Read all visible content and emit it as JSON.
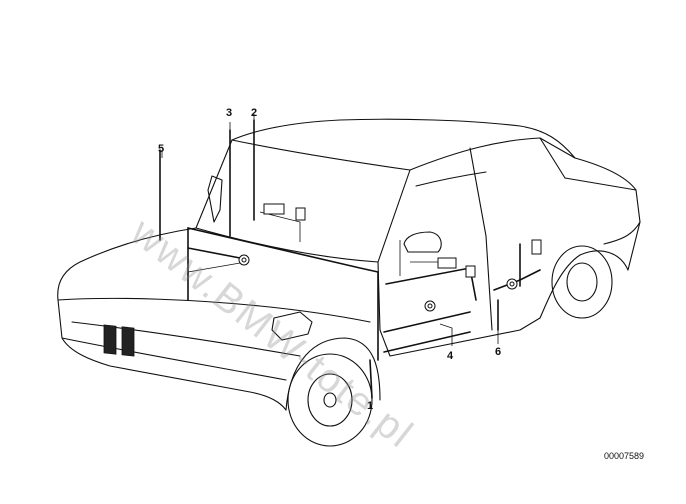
{
  "diagram": {
    "callouts": [
      {
        "id": "1",
        "label": "1"
      },
      {
        "id": "2",
        "label": "2"
      },
      {
        "id": "3",
        "label": "3"
      },
      {
        "id": "4",
        "label": "4"
      },
      {
        "id": "5",
        "label": "5"
      },
      {
        "id": "6",
        "label": "6"
      }
    ],
    "document_number": "00007589",
    "watermark": "www.BMW-tote.pl"
  }
}
